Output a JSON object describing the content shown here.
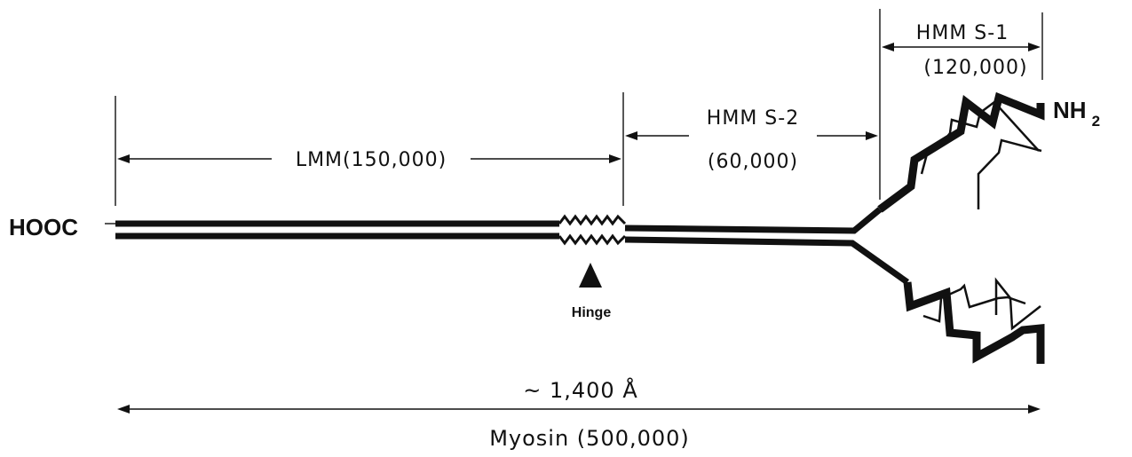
{
  "terminals": {
    "c_terminus": "HOOC",
    "n_terminus": "NH",
    "n_terminus_subscript": "2"
  },
  "segments": {
    "lmm": {
      "label": "LMM(150,000)"
    },
    "hmm_s2": {
      "name": "HMM S-2",
      "mass": "(60,000)"
    },
    "hmm_s1": {
      "name": "HMM S-1",
      "mass": "(120,000)"
    }
  },
  "hinge": {
    "label": "Hinge"
  },
  "overall": {
    "length": "~ 1,400 Å",
    "molecule": "Myosin (500,000)"
  }
}
